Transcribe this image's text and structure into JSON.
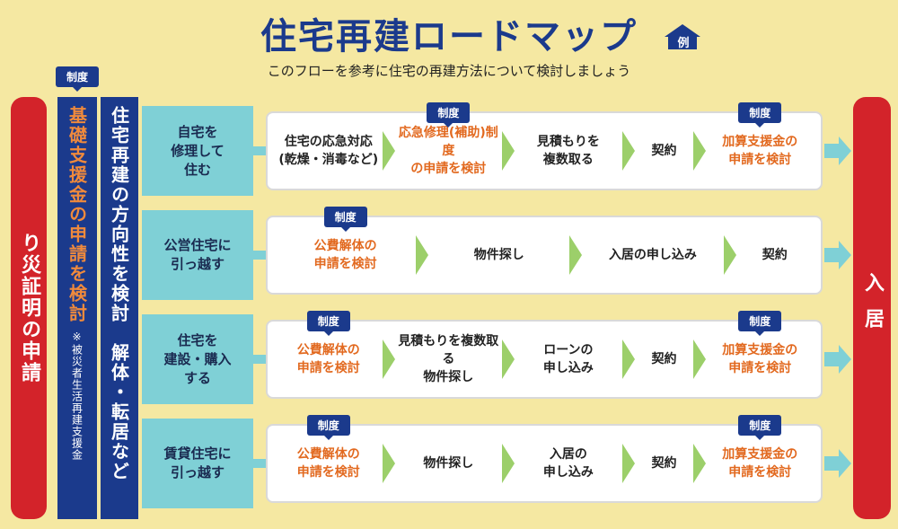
{
  "header": {
    "title": "住宅再建ロードマップ",
    "example_badge": "例",
    "subtitle": "このフローを参考に住宅の再建方法について検討しましょう"
  },
  "tag_label": "制度",
  "left_bars": {
    "risai": "り災証明の申請",
    "shien_main": "基礎支援金の申請を検討",
    "shien_note": "※被災者生活再建支援金",
    "houkou": "住宅再建の方向性を検討　解体・転居など"
  },
  "right_bar": "入居",
  "rows": [
    {
      "label": "自宅を\n修理して\n住む",
      "steps": [
        {
          "text": "住宅の応急対応\n(乾燥・消毒など)",
          "orange": false,
          "tag": false
        },
        {
          "text": "応急修理(補助)制度\nの申請を検討",
          "orange": true,
          "tag": true
        },
        {
          "text": "見積もりを\n複数取る",
          "orange": false,
          "tag": false
        },
        {
          "text": "契約",
          "orange": false,
          "tag": false
        },
        {
          "text": "加算支援金の\n申請を検討",
          "orange": true,
          "tag": true
        }
      ]
    },
    {
      "label": "公営住宅に\n引っ越す",
      "steps": [
        {
          "text": "公費解体の\n申請を検討",
          "orange": true,
          "tag": true
        },
        {
          "text": "物件探し",
          "orange": false,
          "tag": false
        },
        {
          "text": "入居の申し込み",
          "orange": false,
          "tag": false
        },
        {
          "text": "契約",
          "orange": false,
          "tag": false
        }
      ]
    },
    {
      "label": "住宅を\n建設・購入\nする",
      "steps": [
        {
          "text": "公費解体の\n申請を検討",
          "orange": true,
          "tag": true
        },
        {
          "text": "見積もりを複数取る\n物件探し",
          "orange": false,
          "tag": false
        },
        {
          "text": "ローンの\n申し込み",
          "orange": false,
          "tag": false
        },
        {
          "text": "契約",
          "orange": false,
          "tag": false
        },
        {
          "text": "加算支援金の\n申請を検討",
          "orange": true,
          "tag": true
        }
      ]
    },
    {
      "label": "賃貸住宅に\n引っ越す",
      "steps": [
        {
          "text": "公費解体の\n申請を検討",
          "orange": true,
          "tag": true
        },
        {
          "text": "物件探し",
          "orange": false,
          "tag": false
        },
        {
          "text": "入居の\n申し込み",
          "orange": false,
          "tag": false
        },
        {
          "text": "契約",
          "orange": false,
          "tag": false
        },
        {
          "text": "加算支援金の\n申請を検討",
          "orange": true,
          "tag": true
        }
      ]
    }
  ],
  "colors": {
    "navy": "#1b3a8c",
    "red": "#d3232a",
    "orange": "#e2691f",
    "teal": "#7fd0d6",
    "chevron": "#9ccf6a",
    "background": "#f5e8a2"
  }
}
